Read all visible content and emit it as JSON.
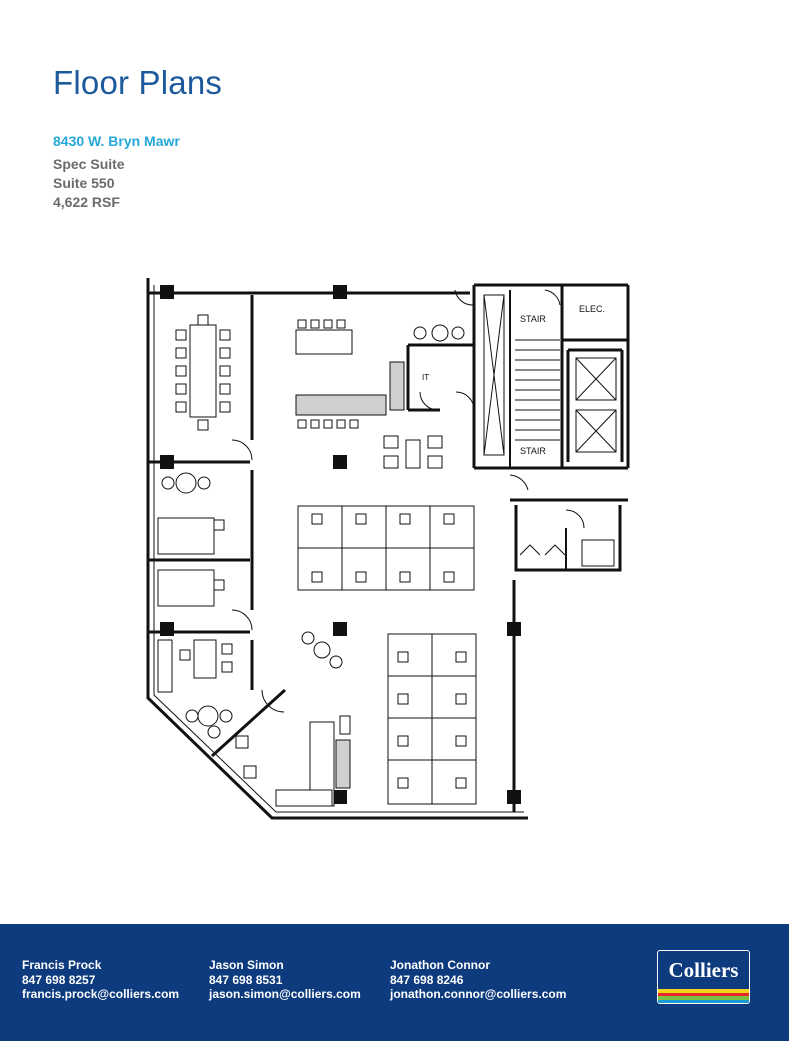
{
  "header": {
    "title": "Floor Plans",
    "address": "8430 W. Bryn Mawr",
    "suite_type": "Spec Suite",
    "suite_number": "Suite 550",
    "area": "4,622 RSF"
  },
  "floor_plan": {
    "labels": {
      "stair_top": "STAIR",
      "elec": "ELEC.",
      "it": "IT",
      "stair_bottom": "STAIR"
    }
  },
  "contacts": [
    {
      "name": "Francis Prock",
      "phone": "847 698 8257",
      "email": "francis.prock@colliers.com"
    },
    {
      "name": "Jason Simon",
      "phone": "847 698 8531",
      "email": "jason.simon@colliers.com"
    },
    {
      "name": "Jonathon Connor",
      "phone": "847 698 8246",
      "email": "jonathon.connor@colliers.com"
    }
  ],
  "logo": {
    "text": "Colliers",
    "stripe_colors": [
      "#f4d51c",
      "#e8272b",
      "#7dc142",
      "#1b9ad6"
    ]
  },
  "colors": {
    "title": "#1c5a9c",
    "address": "#25a8d8",
    "footer_bg": "#0d3b7e"
  }
}
